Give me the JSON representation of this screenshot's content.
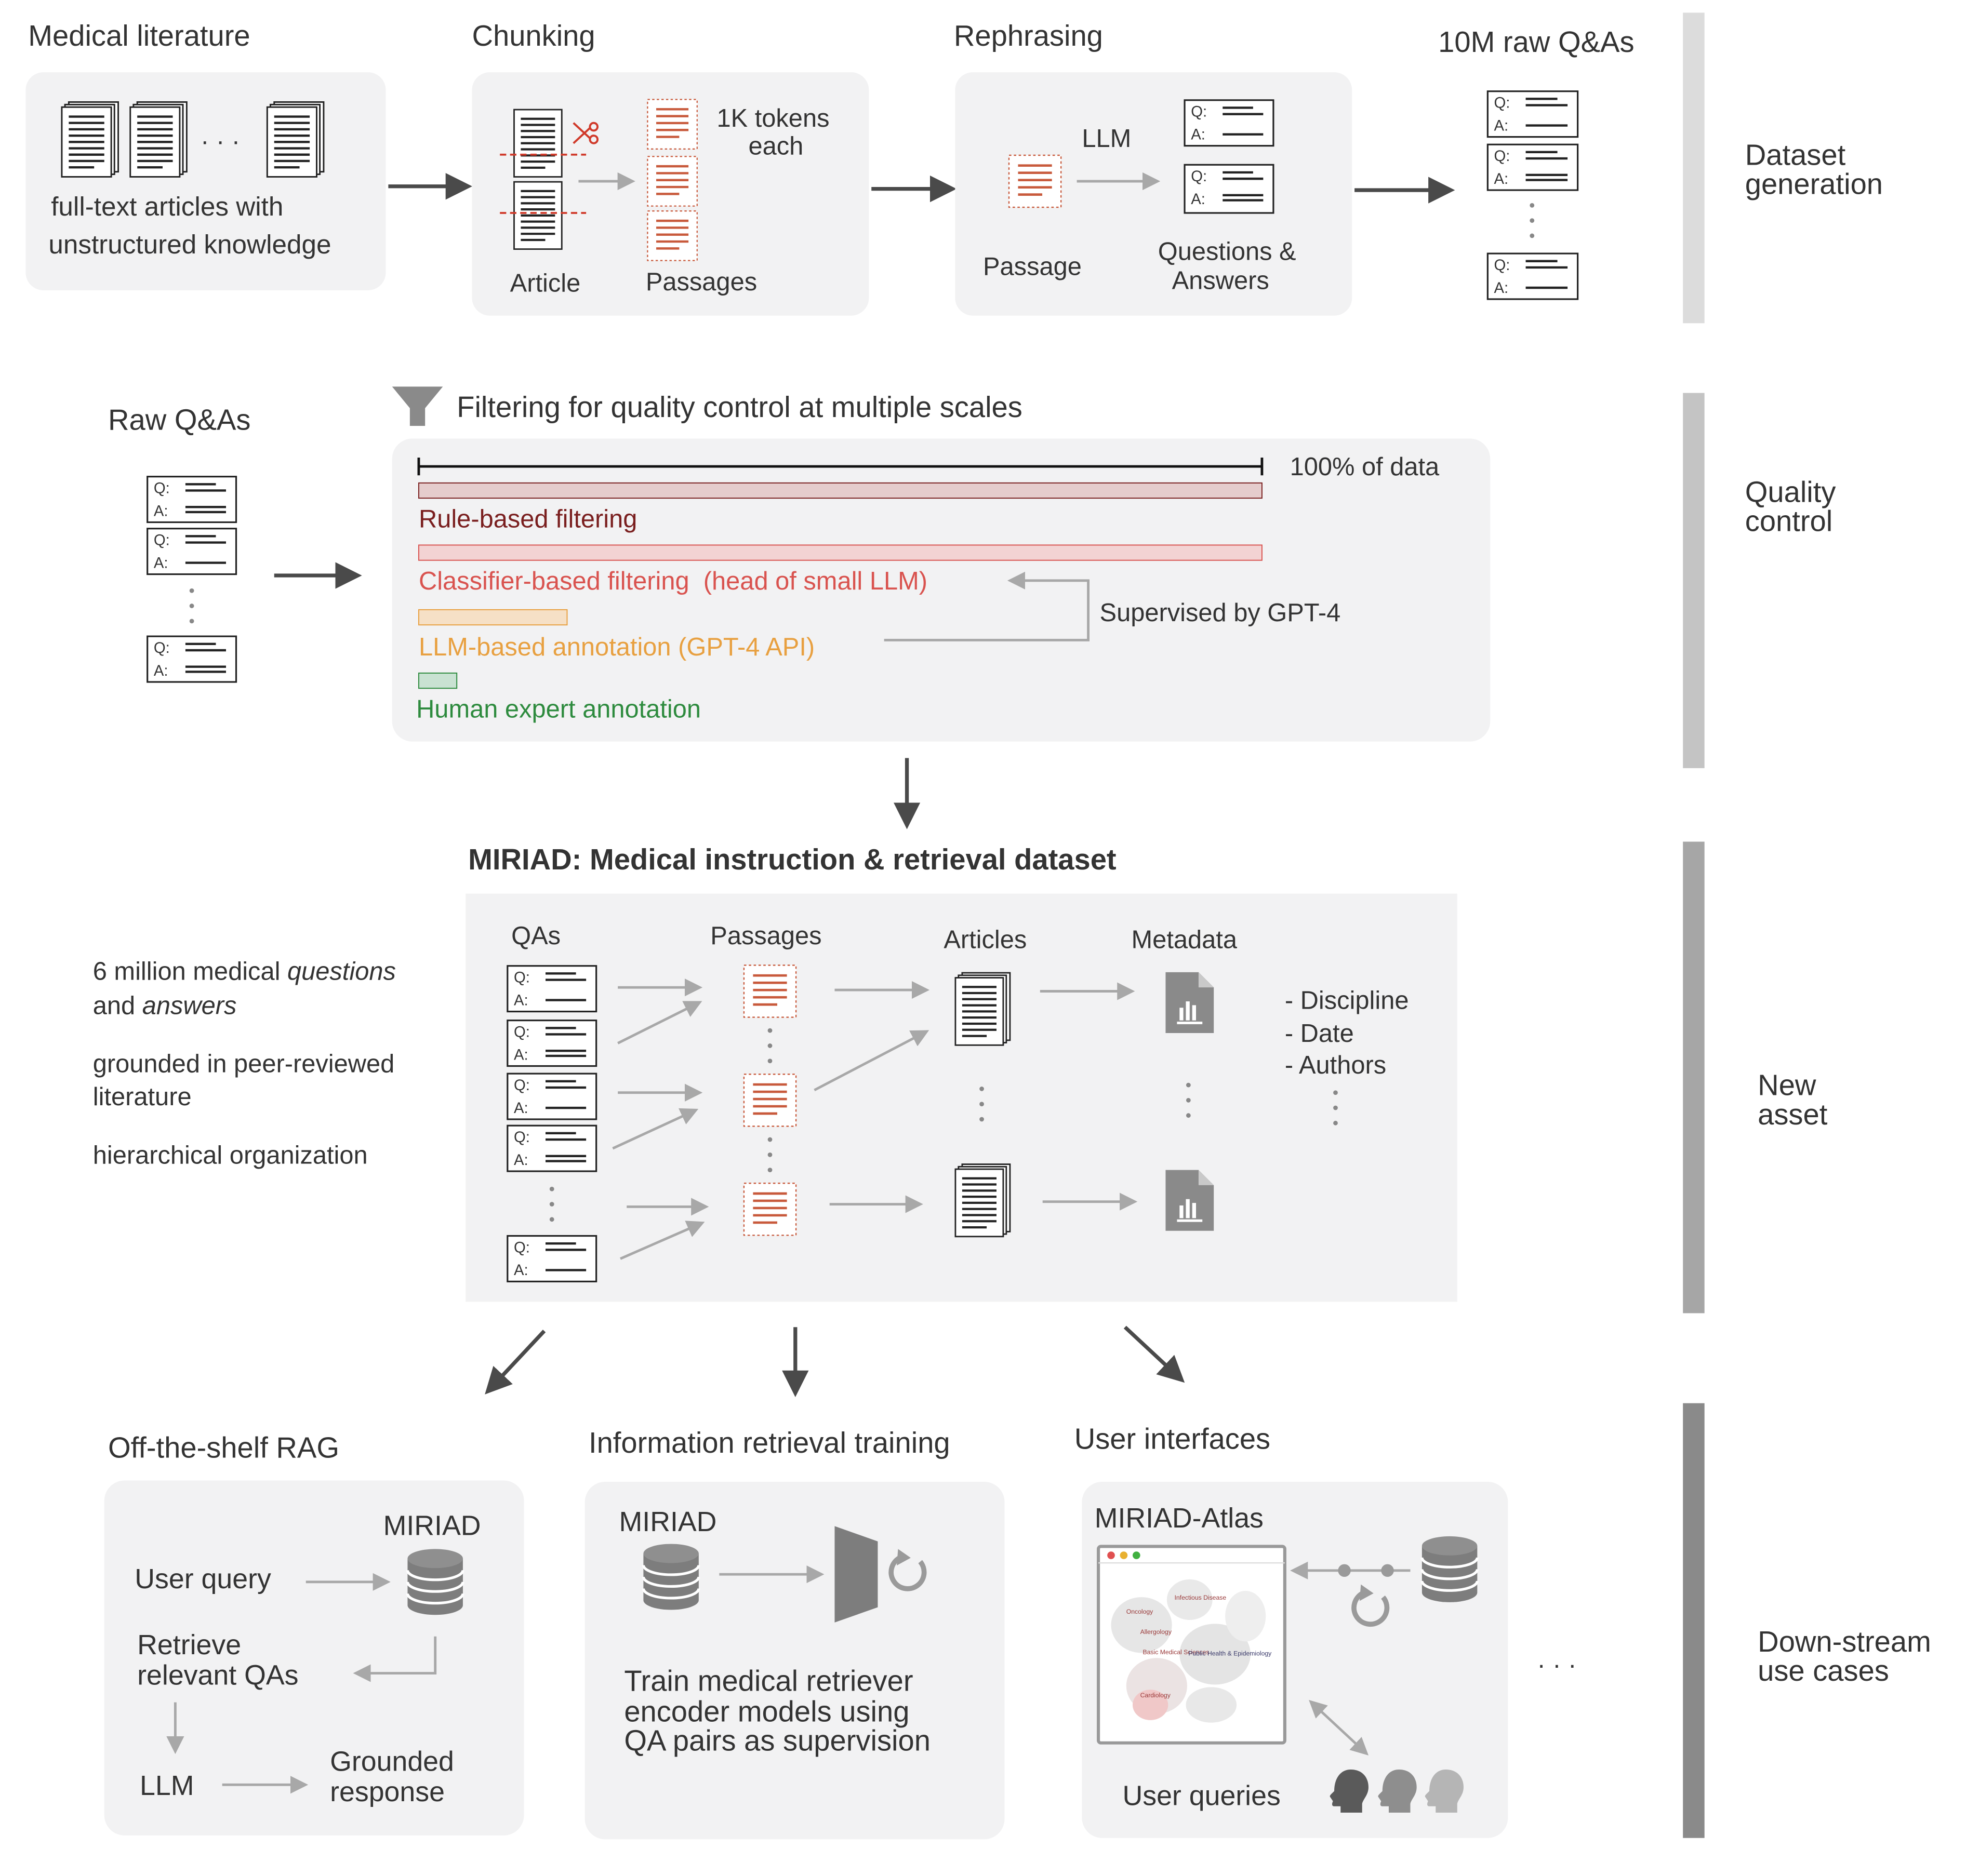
{
  "stage1": {
    "medical_literature": {
      "title": "Medical literature",
      "ellipsis": "· · ·",
      "caption_line1": "full-text articles with",
      "caption_line2": "unstructured knowledge"
    },
    "chunking": {
      "title": "Chunking",
      "article_label": "Article",
      "passages_label": "Passages",
      "tokens_line1": "1K tokens",
      "tokens_line2": "each"
    },
    "rephrasing": {
      "title": "Rephrasing",
      "llm_label": "LLM",
      "passage_label": "Passage",
      "qa_line1": "Questions &",
      "qa_line2": "Answers"
    },
    "raw": {
      "title": "10M raw Q&As"
    }
  },
  "qa_card": {
    "q": "Q:",
    "a": "A:"
  },
  "stage2": {
    "raw_title": "Raw Q&As",
    "filter_title": "Filtering for quality control at multiple scales",
    "scale_label": "100% of data",
    "levels": [
      {
        "label": "Rule-based filtering",
        "color": "#7a1f1f",
        "fill": "#e5cccc"
      },
      {
        "label": "Classifier-based filtering  (head of small LLM)",
        "color": "#d9534f",
        "fill": "#f3d3d3"
      },
      {
        "label": "LLM-based annotation (GPT-4 API)",
        "color": "#e8a040",
        "fill": "#f6e0c6"
      },
      {
        "label": "Human expert annotation",
        "color": "#2e8b3e",
        "fill": "#c9e2d2"
      }
    ],
    "supervised_label": "Supervised by GPT-4"
  },
  "stage3": {
    "title": "MIRIAD: Medical instruction & retrieval dataset",
    "desc1_a": "6 million medical ",
    "desc1_b": "questions",
    "desc1_c": "and ",
    "desc1_d": "answers",
    "desc2_line1": "grounded in peer-reviewed",
    "desc2_line2": "literature",
    "desc3": "hierarchical organization",
    "col_qas": "QAs",
    "col_passages": "Passages",
    "col_articles": "Articles",
    "col_metadata": "Metadata",
    "metadata_items": [
      "- Discipline",
      "- Date",
      "- Authors"
    ]
  },
  "stage4": {
    "rag": {
      "title": "Off-the-shelf RAG",
      "miriad": "MIRIAD",
      "user_query": "User query",
      "retrieve_line1": "Retrieve",
      "retrieve_line2": "relevant QAs",
      "llm": "LLM",
      "grounded_line1": "Grounded",
      "grounded_line2": "response"
    },
    "ir": {
      "title": "Information retrieval training",
      "miriad": "MIRIAD",
      "line1": "Train medical retriever",
      "line2": "encoder models using",
      "line3": "QA pairs as supervision"
    },
    "ui": {
      "title": "User interfaces",
      "atlas": "MIRIAD-Atlas",
      "queries": "User queries",
      "map_labels": [
        "Infectious Disease",
        "Oncology",
        "Allergology",
        "Basic Medical Sciences",
        "Public Health & Epidemiology",
        "Cardiology"
      ]
    },
    "more": "· · ·"
  },
  "side_labels": [
    {
      "line1": "Dataset",
      "line2": "generation",
      "color": "#dcdcdc"
    },
    {
      "line1": "Quality",
      "line2": "control",
      "color": "#c4c4c4"
    },
    {
      "line1": "New",
      "line2": "asset",
      "color": "#a6a6a6"
    },
    {
      "line1": "Down-stream",
      "line2": "use cases",
      "color": "#8a8a8a"
    }
  ],
  "colors": {
    "panel": "#f2f2f3",
    "arrow_dark": "#4a4a4a",
    "arrow_light": "#a8a8a8",
    "passage_red": "#c85a3c",
    "scissor_red": "#d03a2a"
  }
}
